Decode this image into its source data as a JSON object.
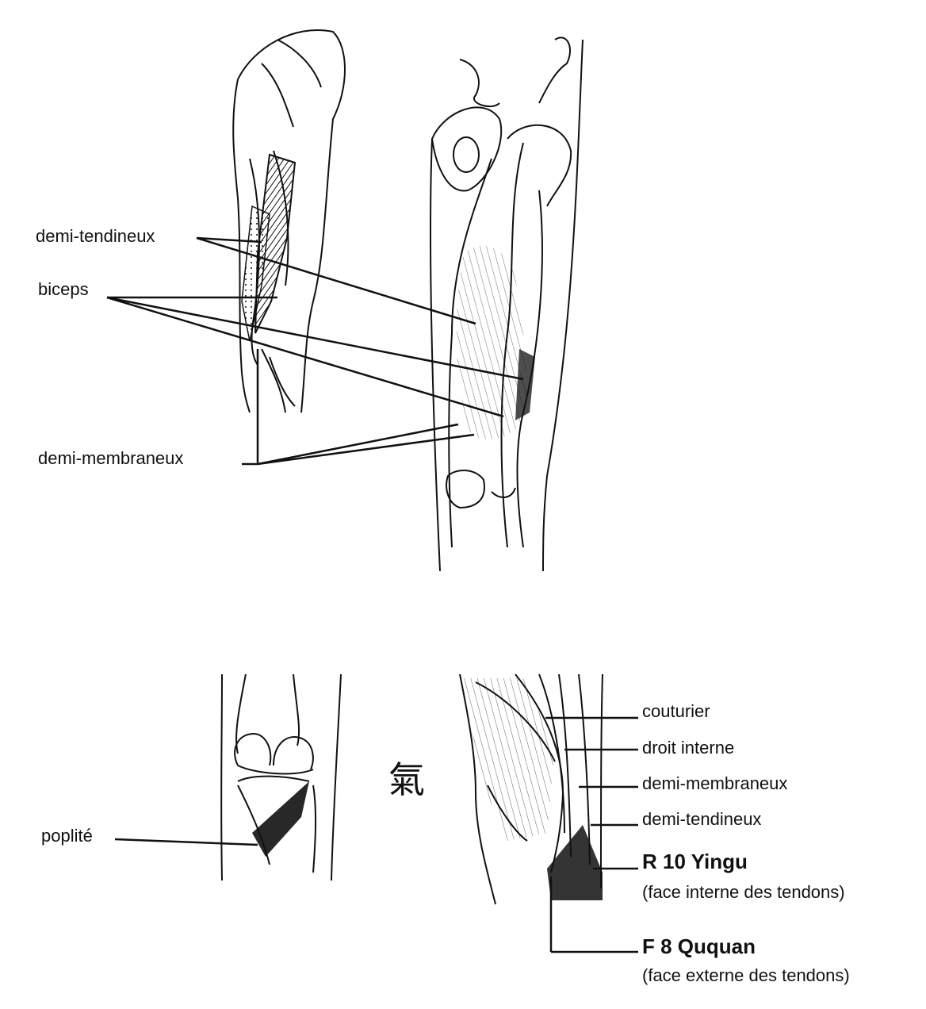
{
  "labels": {
    "demi_tendineux": "demi-tendineux",
    "biceps": "biceps",
    "demi_membraneux_top": "demi-membraneux",
    "poplite": "poplité",
    "couturier": "couturier",
    "droit_interne": "droit interne",
    "demi_membraneux_bottom": "demi-membraneux",
    "demi_tendineux_bottom": "demi-tendineux",
    "r10_title": "R 10 Yingu",
    "r10_sub": "(face interne des tendons)",
    "f8_title": "F 8 Ququan",
    "f8_sub": "(face externe des tendons)"
  },
  "logo_glyph": "氣",
  "colors": {
    "ink": "#111111",
    "background": "#ffffff"
  }
}
